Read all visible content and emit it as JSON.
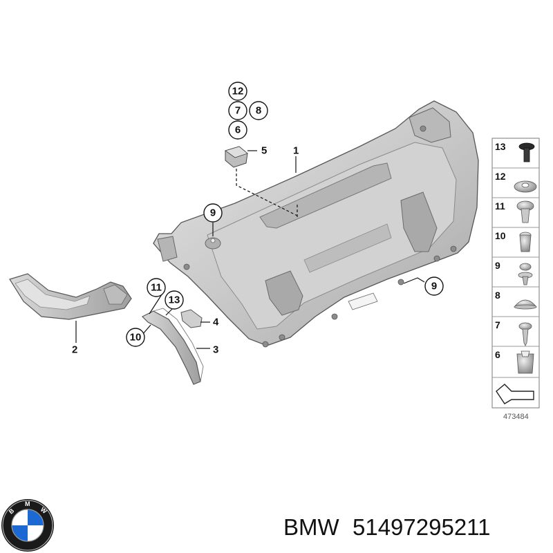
{
  "diagram": {
    "callouts": {
      "c12": "12",
      "c7": "7",
      "c8": "8",
      "c6": "6",
      "c9a": "9",
      "c9b": "9",
      "c11": "11",
      "c13": "13",
      "c10": "10"
    },
    "labels": {
      "l1": "1",
      "l5": "5",
      "l2": "2",
      "l3": "3",
      "l4": "4"
    },
    "legend": [
      "13",
      "12",
      "11",
      "10",
      "9",
      "8",
      "7",
      "6"
    ],
    "ref_number": "473484"
  },
  "brand": {
    "name": "BMW",
    "part_number": "51497295211",
    "logo_letters": "BMW"
  },
  "colors": {
    "panel": "#c8c8c8",
    "panel_dark": "#9a9a9a",
    "panel_light": "#e2e2e2",
    "logo_blue": "#1c69d4"
  }
}
